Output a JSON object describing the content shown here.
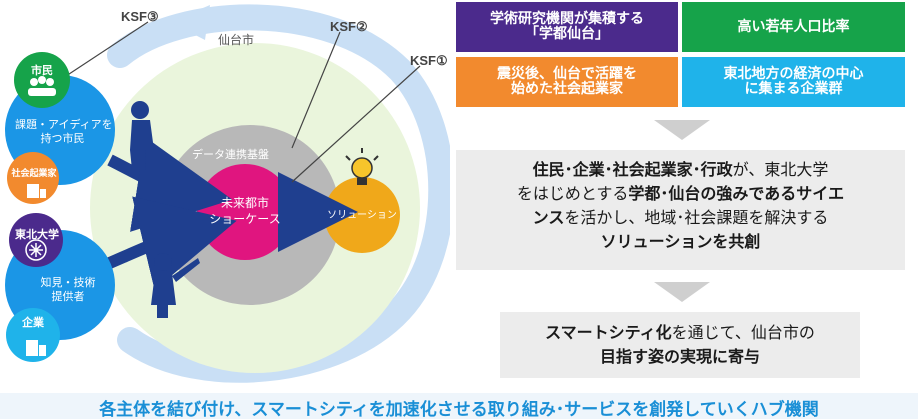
{
  "diagram": {
    "city_label": "仙台市",
    "ksf3": "KSF③",
    "ksf2": "KSF②",
    "ksf1": "KSF①",
    "data_platform": "データ連携基盤",
    "showcase_line1": "未来都市",
    "showcase_line2": "ショーケース",
    "solution": "ソリューション",
    "citizen_badge": "市民",
    "citizen_line1": "課題・アイディアを",
    "citizen_line2": "持つ市民",
    "entrepreneur_badge": "社会起業家",
    "tohoku_badge": "東北大学",
    "expert_line1": "知見・技術",
    "expert_line2": "提供者",
    "company_badge": "企業"
  },
  "strengths": [
    {
      "line1": "学術研究機関が集積する",
      "line2": "「学都仙台」",
      "color": "#4b2a8c"
    },
    {
      "line1": "高い若年人口比率",
      "line2": "",
      "color": "#16a34a"
    },
    {
      "line1": "震災後、仙台で活躍を",
      "line2": "始めた社会起業家",
      "color": "#f28a2e"
    },
    {
      "line1": "東北地方の経済の中心",
      "line2": "に集まる企業群",
      "color": "#1fb3ea"
    }
  ],
  "middle": {
    "p1_bold": "住民･企業･社会起業家･行政",
    "p1_rest": "が、東北大学",
    "p2_pre": "をはじめとする",
    "p2_bold": "学都･仙台の強みであるサイエ",
    "p3_bold": "ンス",
    "p3_rest": "を活かし、地域･社会課題を解決する",
    "p4_bold": "ソリューションを共創"
  },
  "bottom": {
    "b1_bold": "スマートシティ化",
    "b1_rest": "を通じて、仙台市の",
    "b2_bold": "目指す姿の実現に寄与"
  },
  "footer": "各主体を結び付け、スマートシティを加速化させる取り組み･サービスを創発していくハブ機関",
  "colors": {
    "citizen_blue": "#1b96e6",
    "showcase_pink": "#e0157f",
    "solution_orange": "#f0a81a",
    "gray_ring": "#b8b8b8",
    "light_green": "#eaf5dc",
    "arrow_navy": "#1f3f8f"
  }
}
